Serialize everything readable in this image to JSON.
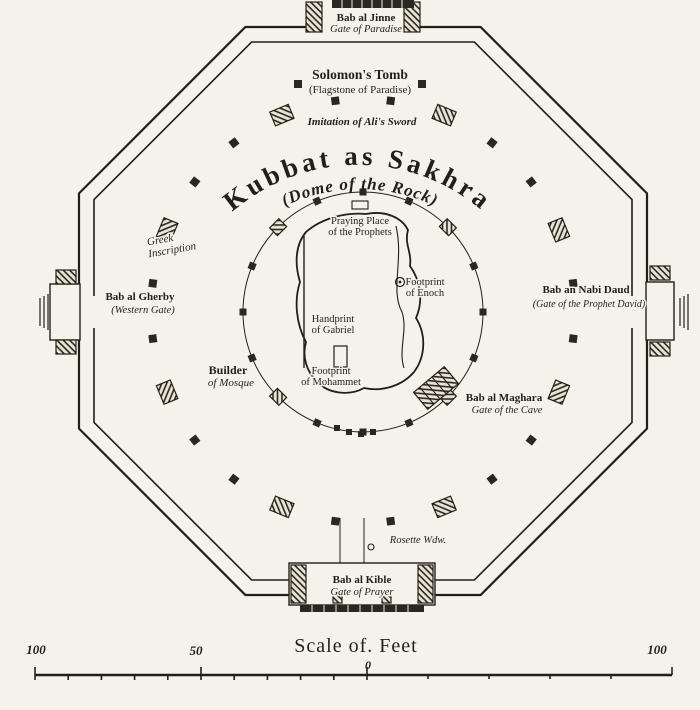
{
  "plan": {
    "title": "Kubbat as Sakhra",
    "subtitle": "(Dome of the Rock)",
    "gates": {
      "north": {
        "name": "Bab al Jinne",
        "sub": "Gate of Paradise"
      },
      "west": {
        "name": "Bab al Gherby",
        "sub": "(Western Gate)"
      },
      "east": {
        "name": "Bab an Nabi Daud",
        "sub": "(Gate of the Prophet David)"
      },
      "south": {
        "name": "Bab al Kible",
        "sub": "Gate of Prayer"
      },
      "cave": {
        "name": "Bab al Maghara",
        "sub": "Gate of the Cave"
      }
    },
    "features": {
      "solomons_tomb": "Solomon's Tomb",
      "solomons_tomb_sub": "(Flagstone of Paradise)",
      "alis_sword": "Imitation of Ali's Sword",
      "greek_1": "Greek",
      "greek_2": "Inscription",
      "praying_1": "Praying Place",
      "praying_2": "of the Prophets",
      "enoch_1": "Footprint",
      "enoch_2": "of Enoch",
      "gabriel_1": "Handprint",
      "gabriel_2": "of Gabriel",
      "mohammet_1": "Footprint",
      "mohammet_2": "of Mohammet",
      "builder_1": "Builder",
      "builder_2": "of Mosque",
      "rosette": "Rosette Wdw."
    }
  },
  "scale_bar": {
    "title": "Scale of. Feet",
    "left_label": "100",
    "mid_label": "50",
    "zero_label": "0",
    "right_label": "100"
  }
}
